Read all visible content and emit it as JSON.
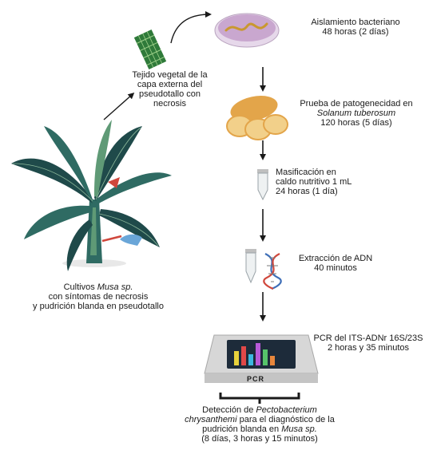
{
  "plant": {
    "line1_pre": "Cultivos ",
    "line1_italic": "Musa sp.",
    "line2": "con síntomas de necrosis",
    "line3": "y pudrición blanda en pseudotallo"
  },
  "tissue": {
    "lines": [
      "Tejido vegetal de la",
      "capa externa del",
      "pseudotallo con",
      "necrosis"
    ]
  },
  "steps": {
    "isolation": {
      "title": "Aislamiento bacteriano",
      "duration": "48 horas  (2 días)"
    },
    "pathogenicity": {
      "title": "Prueba de patogenecidad en",
      "species": "Solanum tuberosum",
      "duration": "120 horas (5 días)"
    },
    "mass": {
      "line1": "Masificación en",
      "line2": "caldo nutritivo 1 mL",
      "duration": "24 horas (1 día)"
    },
    "dna": {
      "title": "Extracción de ADN",
      "duration": "40 minutos"
    },
    "pcr": {
      "title": "PCR del ITS-ADNr 16S/23S",
      "duration": "2 horas y 35 minutos",
      "device_label": "PCR"
    }
  },
  "result": {
    "line1_pre": "Detección de ",
    "line1_italic": "Pectobacterium",
    "line2_italic": "chrysanthemi",
    "line2_post": " para el diagnóstico de  la",
    "line3_pre": "pudrición blanda en ",
    "line3_italic": "Musa sp.",
    "line4": "(8 días, 3 horas y 15 minutos)"
  },
  "colors": {
    "leaf_dark": "#1f4a4a",
    "leaf_mid": "#2f6b63",
    "leaf_light": "#5f9a76",
    "potato": "#e3a54a",
    "potato_light": "#f2d08a",
    "petri": "#c9a7cf",
    "streak": "#c9982f",
    "dna_blue": "#3f6fb8",
    "dna_red": "#d0473c",
    "pcr_body": "#d7d7d7"
  }
}
